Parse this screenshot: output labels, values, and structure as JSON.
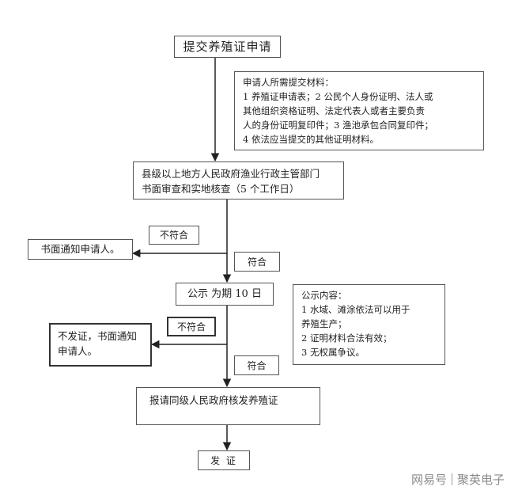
{
  "flow": {
    "start": "提交养殖证申请",
    "materials": {
      "title": "申请人所需提交材料：",
      "lines": [
        "1 养殖证申请表；2 公民个人身份证明、法人或",
        "其他组织资格证明、法定代表人或者主要负责",
        "人的身份证明复印件；3 渔池承包合同复印件；",
        "4 依法应当提交的其他证明材料。"
      ]
    },
    "review": {
      "lines": [
        "县级以上地方人民政府渔业行政主管部门",
        "书面审查和实地核查（5 个工作日）"
      ]
    },
    "not_conform_1": "不符合",
    "notify": "书面通知申请人。",
    "conform_1": "符合",
    "publicity": "公示 为期 10 日",
    "publicity_content": {
      "title": "公示内容：",
      "lines": [
        "1 水域、滩涂依法可以用于",
        "养殖生产；",
        "2 证明材料合法有效；",
        "3 无权属争议。"
      ]
    },
    "not_conform_2": "不符合",
    "no_issue": {
      "lines": [
        "不发证，书面通知",
        "申请人。"
      ]
    },
    "conform_2": "符合",
    "report": "报请同级人民政府核发养殖证",
    "issue": "发 证"
  },
  "watermark": {
    "brand": "网易号",
    "author": "聚英电子"
  }
}
